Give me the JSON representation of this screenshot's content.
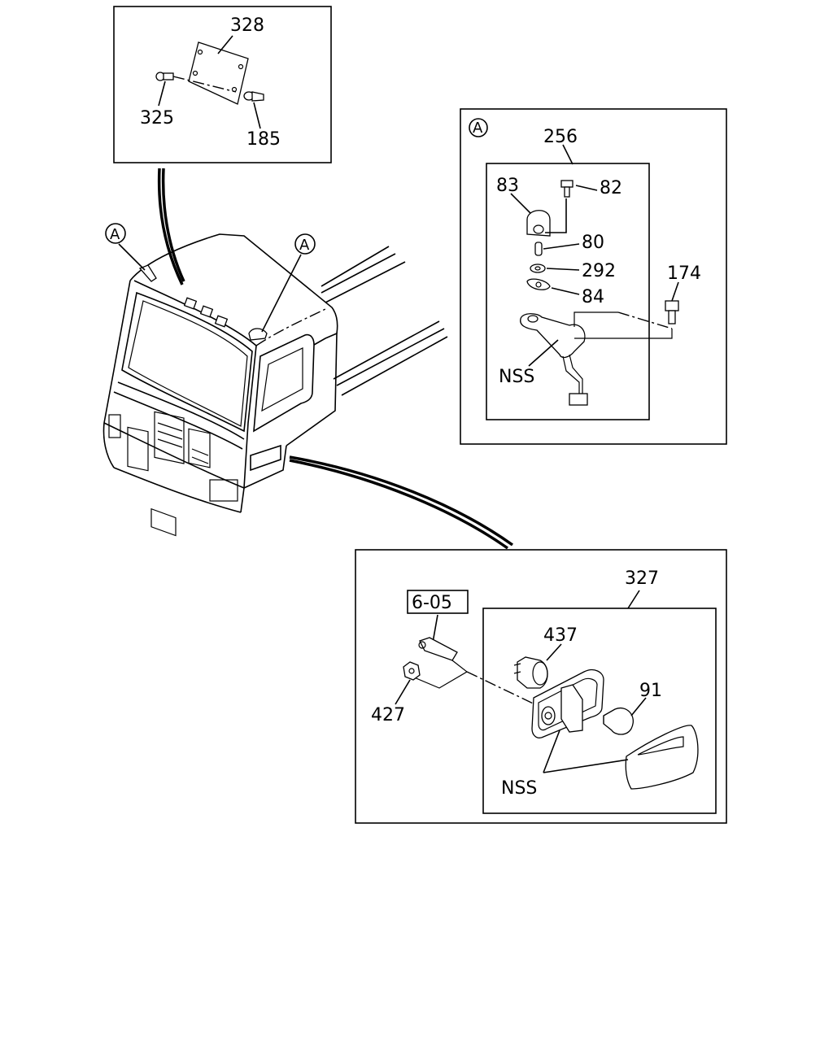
{
  "callouts": {
    "p328": "328",
    "p325": "325",
    "p185": "185",
    "circle_a_detail": "A",
    "circle_a_left": "A",
    "circle_a_right": "A",
    "p256": "256",
    "p83": "83",
    "p82": "82",
    "p80": "80",
    "p292": "292",
    "p84": "84",
    "p174": "174",
    "nss_top": "NSS",
    "p327": "327",
    "ref_605": "6-05",
    "p437": "437",
    "p91": "91",
    "p427": "427",
    "nss_bottom": "NSS"
  }
}
